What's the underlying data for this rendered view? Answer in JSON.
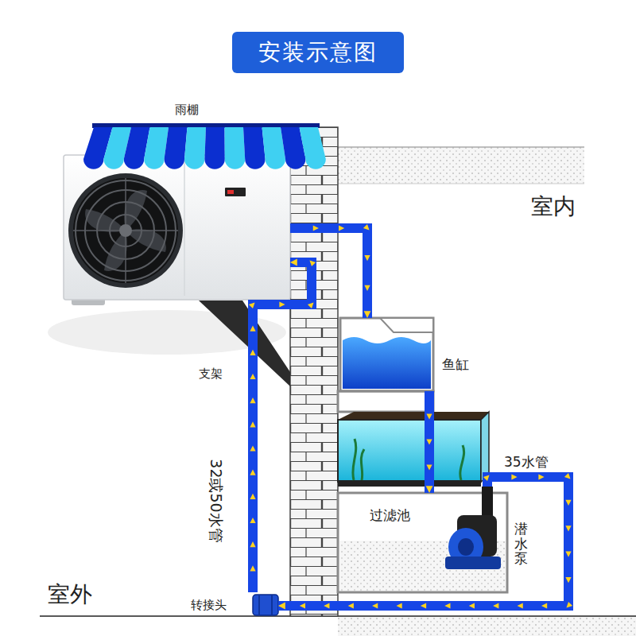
{
  "diagram": {
    "title": "安装示意图",
    "nodes": [
      {
        "text": [
          "雨棚"
        ]
      },
      {
        "text": [
          "鱼缸"
        ]
      },
      {
        "text": [
          "过滤池"
        ]
      },
      {
        "text": [
          "潜水泵"
        ],
        "in": 2
      },
      {
        "text": [
          "转接头"
        ]
      }
    ],
    "edges": [
      {
        "from": 0,
        "to": 1,
        "arrow": "to"
      },
      {
        "from": 1,
        "to": 2,
        "arrow": "to"
      },
      {
        "from": 3,
        "to": 4,
        "label": "35水管",
        "arrow": "to"
      },
      {
        "from": 4,
        "to": 0,
        "label": "32或50水管",
        "arrow": "to"
      }
    ],
    "labels": [
      "室内",
      "支架",
      "室外"
    ]
  }
}
